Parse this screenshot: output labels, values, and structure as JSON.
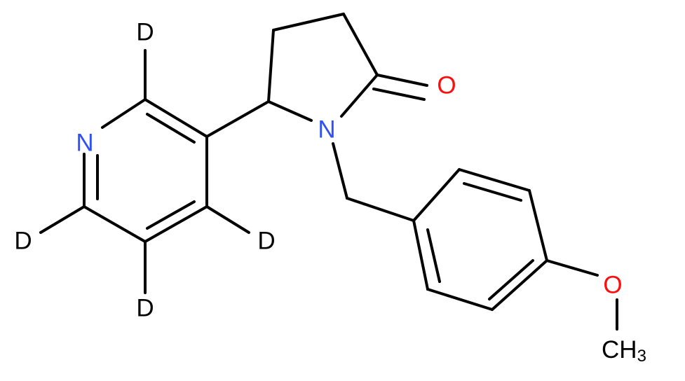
{
  "molecule": {
    "atom_labels": {
      "nitrogen_pyridine": "N",
      "nitrogen_lactam": "N",
      "oxygen_carbonyl": "O",
      "oxygen_ether": "O",
      "deuterium_2": "D",
      "deuterium_4": "D",
      "deuterium_5": "D",
      "deuterium_6": "D",
      "methyl_carbon": "CH",
      "methyl_subscript": "3"
    },
    "colors": {
      "bond": "#000000",
      "carbon_label": "#000000",
      "nitrogen": "#3050F8",
      "oxygen": "#FF0D0D"
    }
  }
}
